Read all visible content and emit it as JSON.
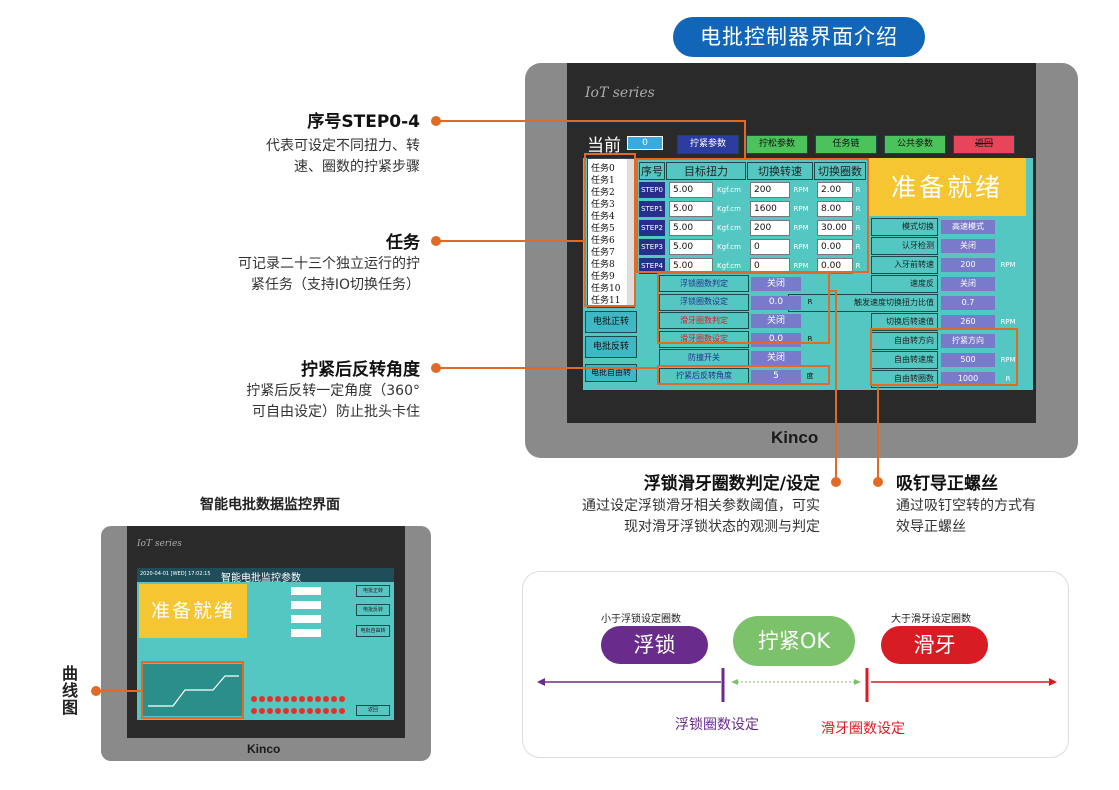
{
  "header": {
    "title": "电批控制器界面介绍"
  },
  "device": {
    "series": "IoT series",
    "brand": "Kinco"
  },
  "hmi": {
    "current_label": "当前",
    "current_value": "0",
    "top_buttons": [
      "拧紧参数",
      "拧松参数",
      "任务链",
      "公共参数",
      "返回"
    ],
    "tasks": [
      "任务0",
      "任务1",
      "任务2",
      "任务3",
      "任务4",
      "任务5",
      "任务6",
      "任务7",
      "任务8",
      "任务9",
      "任务10",
      "任务11"
    ],
    "side_buttons": [
      "电批正转",
      "电批反转",
      "电批自由转"
    ],
    "col_headers": [
      "序号",
      "目标扭力",
      "切换转速",
      "切换圈数"
    ],
    "steps": [
      {
        "step": "STEP0",
        "torque": "5.00",
        "torque_unit": "Kgf.cm",
        "speed": "200",
        "speed_unit": "RPM",
        "turns": "2.00",
        "turns_unit": "R"
      },
      {
        "step": "STEP1",
        "torque": "5.00",
        "torque_unit": "Kgf.cm",
        "speed": "1600",
        "speed_unit": "RPM",
        "turns": "8.00",
        "turns_unit": "R"
      },
      {
        "step": "STEP2",
        "torque": "5.00",
        "torque_unit": "Kgf.cm",
        "speed": "200",
        "speed_unit": "RPM",
        "turns": "30.00",
        "turns_unit": "R"
      },
      {
        "step": "STEP3",
        "torque": "5.00",
        "torque_unit": "Kgf.cm",
        "speed": "0",
        "speed_unit": "RPM",
        "turns": "0.00",
        "turns_unit": "R"
      },
      {
        "step": "STEP4",
        "torque": "5.00",
        "torque_unit": "Kgf.cm",
        "speed": "0",
        "speed_unit": "RPM",
        "turns": "0.00",
        "turns_unit": "R"
      }
    ],
    "status": "准备就绪",
    "right_params": [
      {
        "label": "模式切换",
        "value": "高速模式",
        "unit": ""
      },
      {
        "label": "认牙检测",
        "value": "关闭",
        "unit": ""
      },
      {
        "label": "入牙前转速",
        "value": "200",
        "unit": "RPM"
      },
      {
        "label": "速度反",
        "value": "关闭",
        "unit": ""
      },
      {
        "label": "触发速度切换扭力比值",
        "value": "0.7",
        "unit": ""
      },
      {
        "label": "切换后转速值",
        "value": "260",
        "unit": "RPM"
      },
      {
        "label": "自由转方向",
        "value": "拧紧方向",
        "unit": ""
      },
      {
        "label": "自由转速度",
        "value": "500",
        "unit": "RPM"
      },
      {
        "label": "自由转圈数",
        "value": "1000",
        "unit": "R"
      }
    ],
    "mid_params": [
      {
        "label": "浮锁圈数判定",
        "value": "关闭",
        "unit": ""
      },
      {
        "label": "浮锁圈数设定",
        "value": "0.0",
        "unit": "R"
      },
      {
        "label": "滑牙圈数判定",
        "value": "关闭",
        "unit": ""
      },
      {
        "label": "滑牙圈数设定",
        "value": "0.0",
        "unit": "R"
      },
      {
        "label": "防撞开关",
        "value": "关闭",
        "unit": ""
      },
      {
        "label": "拧紧后反转角度",
        "value": "5",
        "unit": "度"
      }
    ]
  },
  "annotations": {
    "step": {
      "title": "序号STEP0-4",
      "desc1": "代表可设定不同扭力、转",
      "desc2": "速、圈数的拧紧步骤"
    },
    "task": {
      "title": "任务",
      "desc1": "可记录二十三个独立运行的拧",
      "desc2": "紧任务（支持IO切换任务）"
    },
    "reverse": {
      "title": "拧紧后反转角度",
      "desc1": "拧紧后反转一定角度（360°",
      "desc2": "可自由设定）防止批头卡住"
    },
    "float": {
      "title": "浮锁滑牙圈数判定/设定",
      "desc1": "通过设定浮锁滑牙相关参数阈值，可实",
      "desc2": "现对滑牙浮锁状态的观测与判定"
    },
    "suck": {
      "title": "吸钉导正螺丝",
      "desc1": "通过吸钉空转的方式有",
      "desc2": "效导正螺丝"
    },
    "curve": {
      "title": "曲线图"
    }
  },
  "monitor": {
    "caption": "智能电批数据监控界面",
    "screen_title": "智能电批监控参数",
    "status": "准备就绪",
    "date": "2020-04-01 [WED] 17:02:15",
    "buttons": [
      "电批正转",
      "电批反转",
      "电批自由转",
      "返回"
    ]
  },
  "legend": {
    "float_hint": "小于浮锁设定圈数",
    "float_label": "浮锁",
    "ok_label": "拧紧OK",
    "slip_hint": "大于滑牙设定圈数",
    "slip_label": "滑牙",
    "float_set": "浮锁圈数设定",
    "slip_set": "滑牙圈数设定"
  },
  "colors": {
    "accent": "#e06a26",
    "brand_blue": "#1266b8",
    "screen": "#55c7c2",
    "float": "#6a2c8c",
    "ok": "#7cc26a",
    "slip": "#d81c24"
  }
}
